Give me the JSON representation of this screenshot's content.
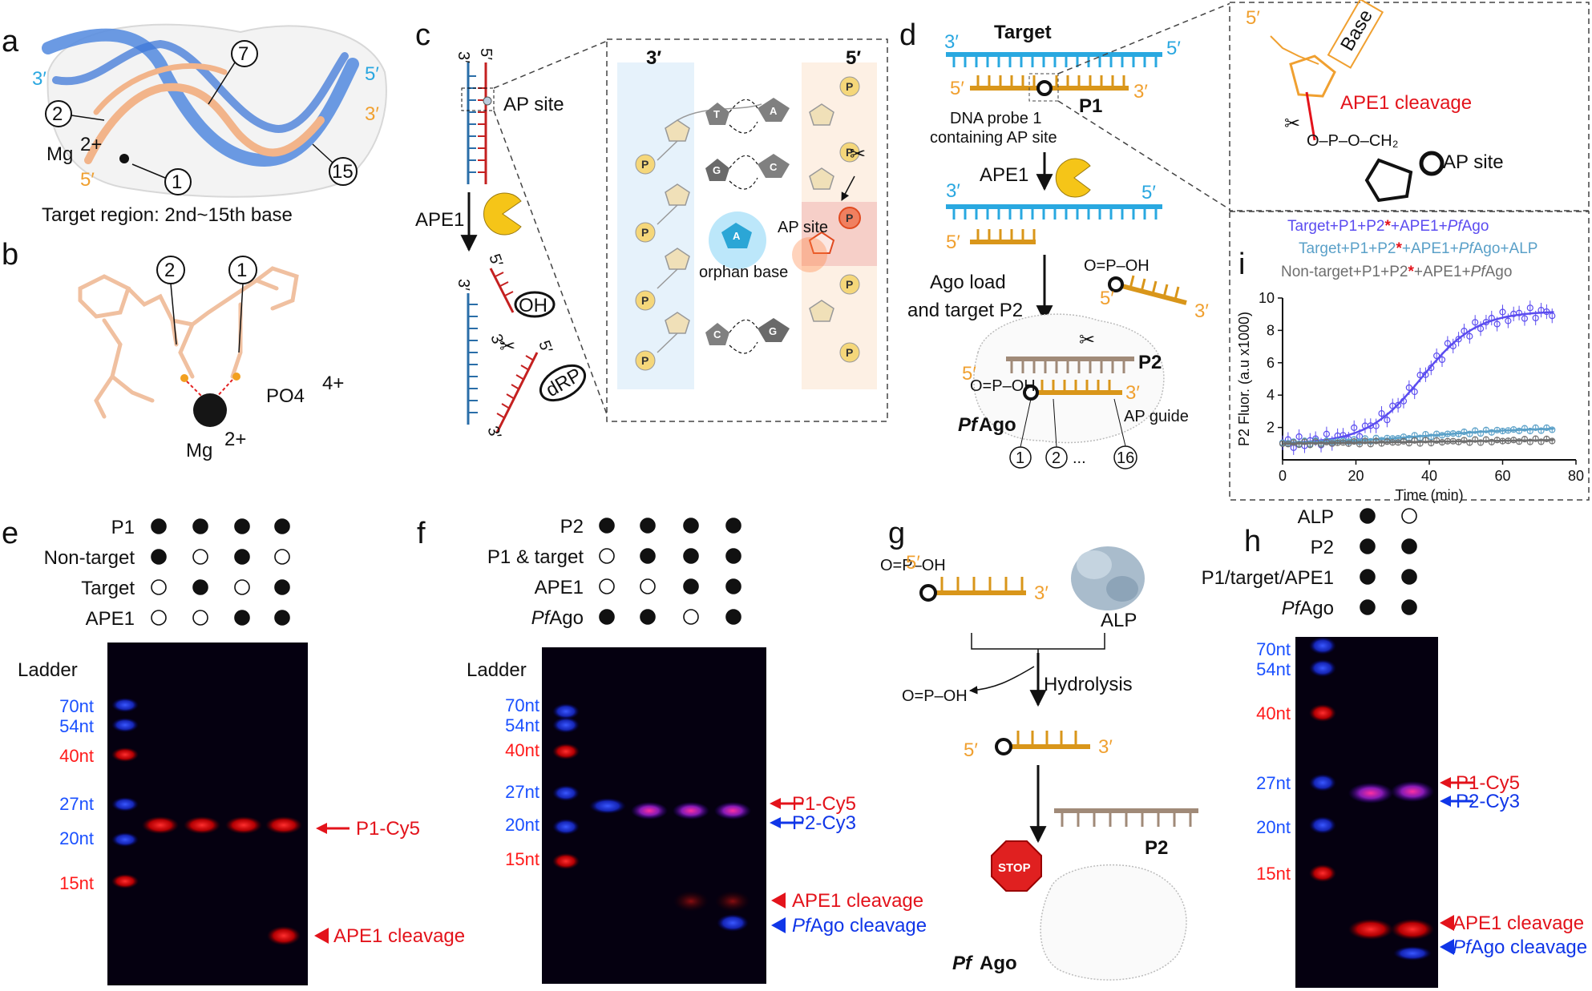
{
  "panels": {
    "a": {
      "letter": "a",
      "strand_labels": [
        "3′",
        "5′",
        "3′",
        "5′"
      ],
      "mg_label": "Mg",
      "mg_charge": "2+",
      "positions": [
        "2",
        "7",
        "1",
        "15"
      ],
      "caption": "Target region: 2nd~15th base"
    },
    "b": {
      "letter": "b",
      "positions": [
        "2",
        "1"
      ],
      "po4_label": "PO4",
      "po4_charge": "4+",
      "mg_label": "Mg",
      "mg_charge": "2+"
    },
    "c": {
      "letter": "c",
      "ap_site_label": "AP site",
      "enzyme": "APE1",
      "end_labels": [
        "3′",
        "5′"
      ],
      "oh_label": "OH",
      "drp_label": "dRP",
      "zoom_ends": [
        "3′",
        "5′"
      ],
      "bases": [
        "T",
        "A",
        "G",
        "C",
        "A",
        "C",
        "G"
      ],
      "phosphate": "P",
      "orphan_base_label": "orphan base",
      "zoom_ap_label": "AP site"
    },
    "d": {
      "letter": "d",
      "target_label": "Target",
      "ends": [
        "3′",
        "5′",
        "5′",
        "3′"
      ],
      "p1_label": "P1",
      "probe_desc_1": "DNA probe 1",
      "probe_desc_2": "containing AP site",
      "enzyme": "APE1",
      "step2_label_1": "Ago load",
      "step2_label_2": "and target P2",
      "p2_label": "P2",
      "ap_guide_label": "AP guide",
      "pfago_italic": "Pf",
      "pfago_rest": "Ago",
      "positions": [
        "1",
        "2",
        "16"
      ],
      "ellipsis": "...",
      "inset_base_label": "Base",
      "inset_cleavage_label": "APE1 cleavage",
      "inset_ap_label": "AP site",
      "inset_five_prime": "5′"
    },
    "i": {
      "letter": "i",
      "legend": [
        {
          "prefix": "Target+P1+P2",
          "star": "*",
          "suffix": "+APE1+",
          "ital": "Pf",
          "tail": "Ago",
          "color": "#5b4cf0"
        },
        {
          "prefix": "Target+P1+P2",
          "star": "*",
          "suffix": "+APE1+",
          "ital": "Pf",
          "tail": "Ago+ALP",
          "color": "#5aa0c8"
        },
        {
          "prefix": "Non-target+P1+P2",
          "star": "*",
          "suffix": "+APE1+",
          "ital": "Pf",
          "tail": "Ago",
          "color": "#6e6e6e"
        }
      ],
      "ylabel": "P2 Fluor. (a.u x1000)",
      "xlabel": "Time (min)",
      "x_ticks": [
        "0",
        "20",
        "40",
        "60",
        "80"
      ],
      "y_ticks": [
        "2",
        "4",
        "6",
        "8",
        "10"
      ]
    },
    "e": {
      "letter": "e",
      "rows": [
        {
          "label": "P1",
          "cells": [
            1,
            1,
            1,
            1
          ]
        },
        {
          "label": "Non-target",
          "cells": [
            1,
            0,
            1,
            0
          ]
        },
        {
          "label": "Target",
          "cells": [
            0,
            1,
            0,
            1
          ]
        },
        {
          "label": "APE1",
          "cells": [
            0,
            0,
            1,
            1
          ]
        }
      ],
      "ladder_label": "Ladder",
      "ladder": [
        {
          "label": "70nt",
          "color": "#1a50ff"
        },
        {
          "label": "54nt",
          "color": "#1a50ff"
        },
        {
          "label": "40nt",
          "color": "#ff1a1a"
        },
        {
          "label": "27nt",
          "color": "#1a50ff"
        },
        {
          "label": "20nt",
          "color": "#1a50ff"
        },
        {
          "label": "15nt",
          "color": "#ff1a1a"
        }
      ],
      "arrows": [
        {
          "label": "P1-Cy5",
          "color": "#e3131b"
        },
        {
          "label": "APE1 cleavage",
          "color": "#e3131b"
        }
      ]
    },
    "f": {
      "letter": "f",
      "rows": [
        {
          "label": "P2",
          "cells": [
            1,
            1,
            1,
            1
          ]
        },
        {
          "label": "P1 & target",
          "cells": [
            0,
            1,
            1,
            1
          ]
        },
        {
          "label": "APE1",
          "cells": [
            0,
            0,
            1,
            1
          ]
        },
        {
          "label_ital": "Pf",
          "label": "Ago",
          "cells": [
            1,
            1,
            0,
            1
          ]
        }
      ],
      "ladder_label": "Ladder",
      "ladder": [
        {
          "label": "70nt",
          "color": "#1a50ff"
        },
        {
          "label": "54nt",
          "color": "#1a50ff"
        },
        {
          "label": "40nt",
          "color": "#ff1a1a"
        },
        {
          "label": "27nt",
          "color": "#1a50ff"
        },
        {
          "label": "20nt",
          "color": "#1a50ff"
        },
        {
          "label": "15nt",
          "color": "#ff1a1a"
        }
      ],
      "arrows": [
        {
          "label": "P1-Cy5",
          "color": "#e3131b"
        },
        {
          "label": "P2-Cy3",
          "color": "#1036e8"
        },
        {
          "label": "APE1 cleavage",
          "color": "#e3131b"
        },
        {
          "label_ital": "Pf",
          "label": "Ago cleavage",
          "color": "#1036e8"
        }
      ]
    },
    "g": {
      "letter": "g",
      "five": "5′",
      "three": "3′",
      "alp_label": "ALP",
      "hydrolysis_label": "Hydrolysis",
      "p2_label": "P2",
      "stop_label": "STOP",
      "pfago_italic": "Pf",
      "pfago_rest": "Ago"
    },
    "h": {
      "letter": "h",
      "rows": [
        {
          "label": "ALP",
          "cells": [
            1,
            0
          ]
        },
        {
          "label": "P2",
          "cells": [
            1,
            1
          ]
        },
        {
          "label": "P1/target/APE1",
          "cells": [
            1,
            1
          ]
        },
        {
          "label_ital": "Pf",
          "label": "Ago",
          "cells": [
            1,
            1
          ]
        }
      ],
      "ladder": [
        {
          "label": "70nt",
          "color": "#1a50ff"
        },
        {
          "label": "54nt",
          "color": "#1a50ff"
        },
        {
          "label": "40nt",
          "color": "#ff1a1a"
        },
        {
          "label": "27nt",
          "color": "#1a50ff"
        },
        {
          "label": "20nt",
          "color": "#1a50ff"
        },
        {
          "label": "15nt",
          "color": "#ff1a1a"
        }
      ],
      "arrows": [
        {
          "label": "P1-Cy5",
          "color": "#e3131b"
        },
        {
          "label": "P2-Cy3",
          "color": "#1036e8"
        },
        {
          "label": "APE1 cleavage",
          "color": "#e3131b"
        },
        {
          "label_ital": "Pf",
          "label": "Ago cleavage",
          "color": "#1036e8"
        }
      ]
    }
  },
  "colors": {
    "target_strand": "#29a8e0",
    "probe_strand": "#d9961a",
    "p2_strand": "#a08a78",
    "ape1": "#f5c518",
    "cy5": "#e3131b",
    "cy3": "#1036e8"
  }
}
